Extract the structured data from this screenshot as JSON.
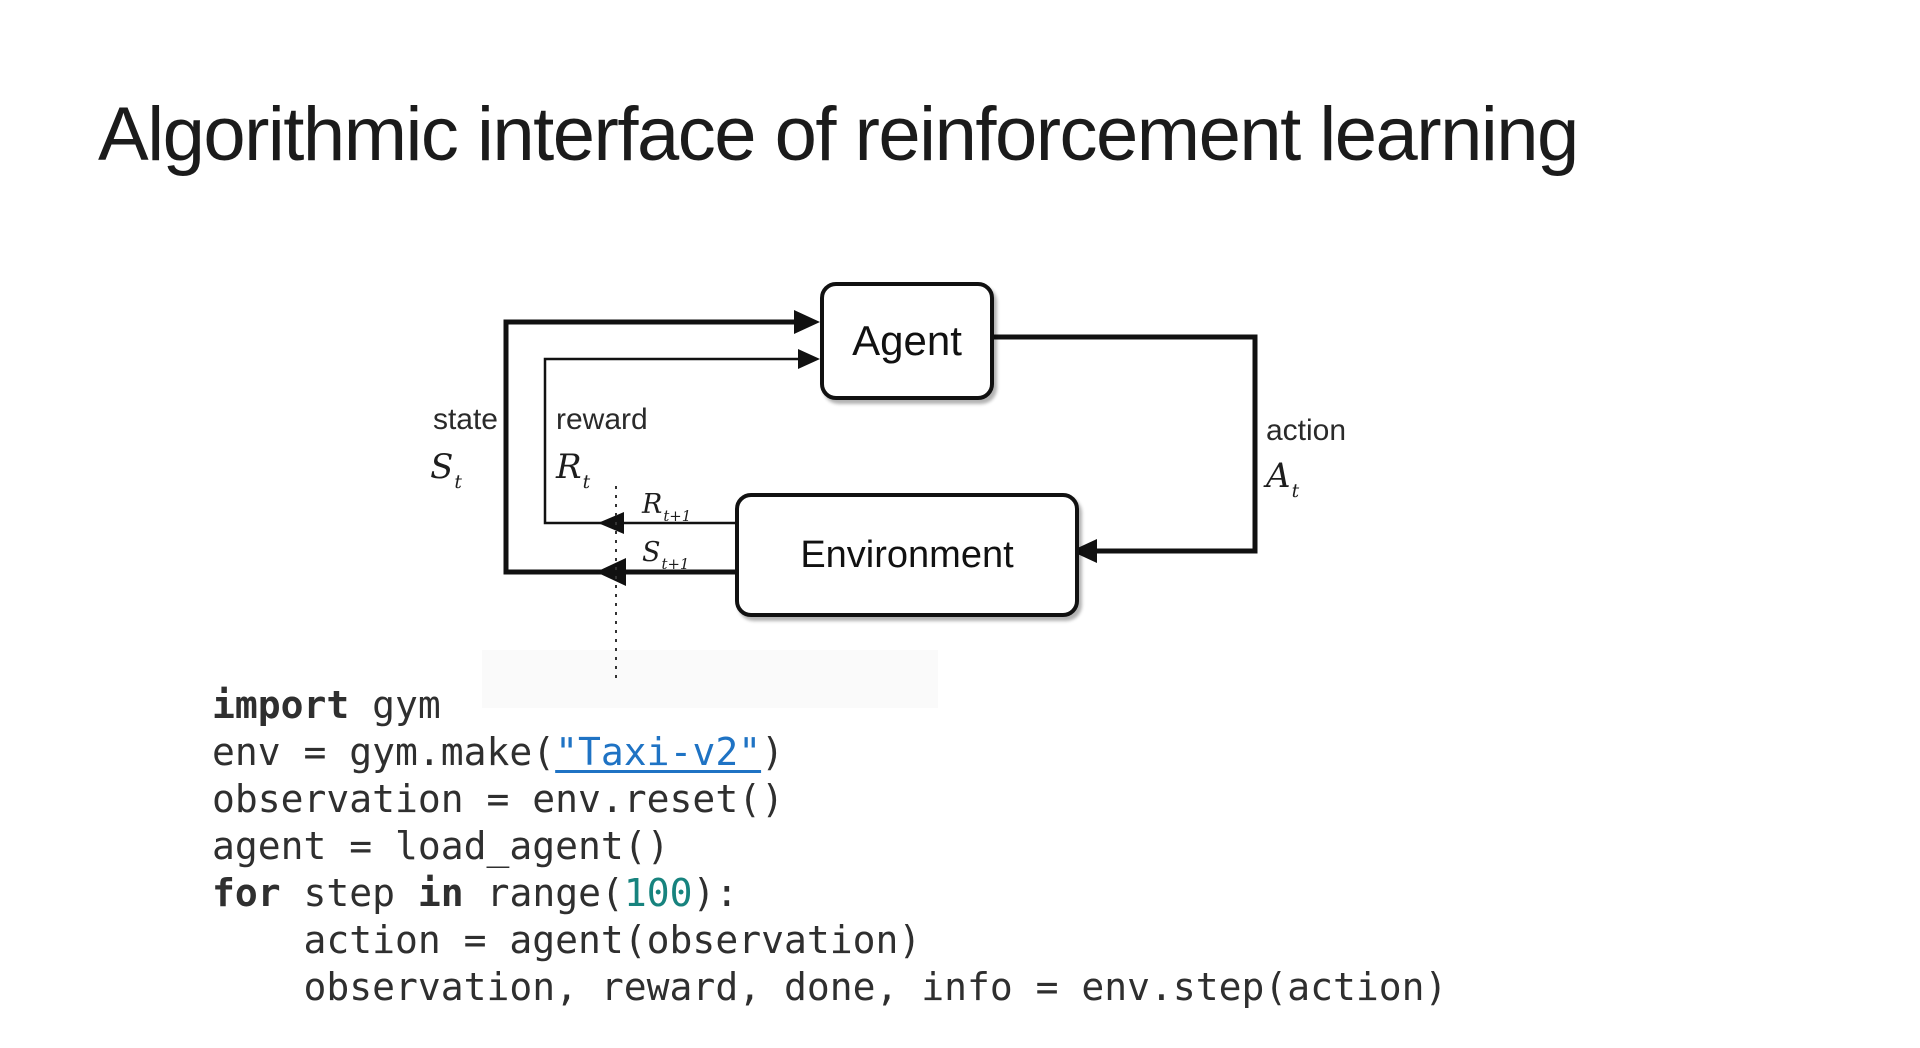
{
  "slide": {
    "title": "Algorithmic interface of reinforcement learning"
  },
  "diagram": {
    "agent_label": "Agent",
    "environment_label": "Environment",
    "labels": {
      "state_word": "state",
      "reward_word": "reward",
      "action_word": "action",
      "state_sym": {
        "main": "S",
        "sub": "t"
      },
      "reward_sym": {
        "main": "R",
        "sub": "t"
      },
      "action_sym": {
        "main": "A",
        "sub": "t"
      },
      "next_reward_sym": {
        "main": "R",
        "sub": "t+1"
      },
      "next_state_sym": {
        "main": "S",
        "sub": "t+1"
      }
    }
  },
  "code": {
    "lines": [
      {
        "tokens": [
          {
            "t": "import",
            "c": "kw"
          },
          {
            "t": " gym"
          }
        ]
      },
      {
        "tokens": [
          {
            "t": "env = gym.make("
          },
          {
            "t": "\"Taxi-v2\"",
            "c": "link"
          },
          {
            "t": ")"
          }
        ]
      },
      {
        "tokens": [
          {
            "t": "observation = env.reset()"
          }
        ]
      },
      {
        "tokens": [
          {
            "t": "agent = load_agent()"
          }
        ]
      },
      {
        "tokens": [
          {
            "t": "for",
            "c": "kw"
          },
          {
            "t": " step "
          },
          {
            "t": "in",
            "c": "kw"
          },
          {
            "t": " range("
          },
          {
            "t": "100",
            "c": "num"
          },
          {
            "t": "):"
          }
        ]
      },
      {
        "tokens": [
          {
            "t": "    action = agent(observation)"
          }
        ]
      },
      {
        "tokens": [
          {
            "t": "    observation, reward, done, info = env.step(action)"
          }
        ]
      }
    ]
  },
  "colors": {
    "link_blue": "#1f73c4",
    "number_teal": "#17837e",
    "line_black": "#111111"
  }
}
